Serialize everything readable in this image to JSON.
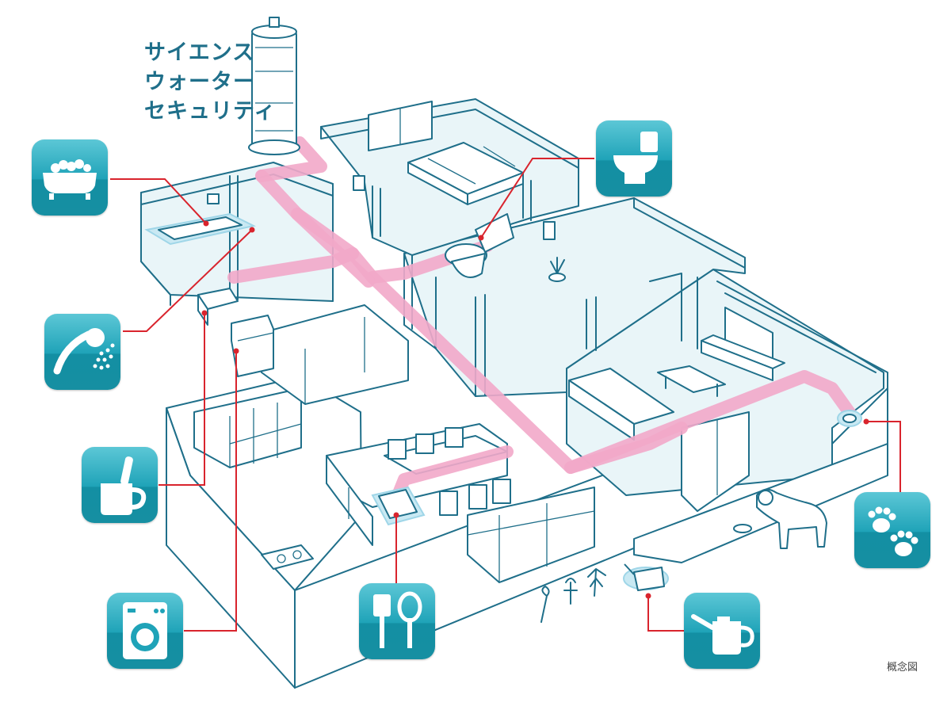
{
  "product_title": [
    "サイエンス",
    "ウォーター",
    "セキュリティ"
  ],
  "caption": "概念図",
  "colors": {
    "line": "#1f6f8a",
    "pipe": "#f2a9c9",
    "tile": "#1fa3b8",
    "leader": "#d9242d"
  },
  "icons": [
    {
      "name": "bathtub-icon"
    },
    {
      "name": "toilet-icon"
    },
    {
      "name": "shower-head-icon"
    },
    {
      "name": "toothbrush-cup-icon"
    },
    {
      "name": "washing-machine-icon"
    },
    {
      "name": "kitchen-utensils-icon"
    },
    {
      "name": "paw-prints-icon"
    },
    {
      "name": "watering-can-icon"
    }
  ]
}
